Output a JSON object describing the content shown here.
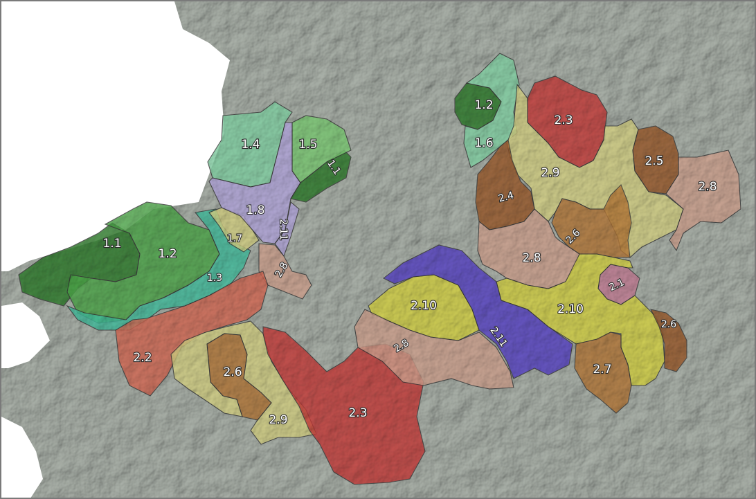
{
  "map": {
    "type": "zoning map over terrain",
    "colors": {
      "terrain": "#8e9690",
      "sea": "#ffffff",
      "dark_green": "#2f7d2c",
      "green": "#4ea84a",
      "light_green": "#7fcf77",
      "mint": "#86d6a8",
      "teal": "#43bf9f",
      "lavender": "#b6a9e0",
      "red_orange": "#d76a55",
      "red": "#c93d3b",
      "khaki": "#d8d486",
      "brown": "#b77a3a",
      "dark_brown": "#9c5b2c",
      "tan": "#d2a491",
      "yellow": "#d8d545",
      "blue": "#5a45c9",
      "pink": "#c78098"
    },
    "regions": [
      {
        "id": "1.1",
        "label": "1.1",
        "color_key": "dark_green"
      },
      {
        "id": "1.1b",
        "label": "1.1",
        "color_key": "dark_green"
      },
      {
        "id": "1.2",
        "label": "1.2",
        "color_key": "green"
      },
      {
        "id": "1.2b",
        "label": "1.2",
        "color_key": "dark_green"
      },
      {
        "id": "1.3",
        "label": "1.3",
        "color_key": "teal"
      },
      {
        "id": "1.4",
        "label": "1.4",
        "color_key": "mint"
      },
      {
        "id": "1.5",
        "label": "1.5",
        "color_key": "light_green"
      },
      {
        "id": "1.6",
        "label": "1.6",
        "color_key": "mint"
      },
      {
        "id": "1.7",
        "label": "1.7",
        "color_key": "khaki"
      },
      {
        "id": "1.8",
        "label": "1.8",
        "color_key": "lavender"
      },
      {
        "id": "2.11a",
        "label": "2.11",
        "color_key": "lavender"
      },
      {
        "id": "2.8a",
        "label": "2.8",
        "color_key": "tan"
      },
      {
        "id": "2.2",
        "label": "2.2",
        "color_key": "red_orange"
      },
      {
        "id": "2.6a",
        "label": "2.6",
        "color_key": "brown"
      },
      {
        "id": "2.9a",
        "label": "2.9",
        "color_key": "khaki"
      },
      {
        "id": "2.3a",
        "label": "2.3",
        "color_key": "red"
      },
      {
        "id": "2.10a",
        "label": "2.10",
        "color_key": "yellow"
      },
      {
        "id": "2.8b",
        "label": "2.8",
        "color_key": "tan"
      },
      {
        "id": "2.11b",
        "label": "2.11",
        "color_key": "blue"
      },
      {
        "id": "2.3b",
        "label": "2.3",
        "color_key": "red"
      },
      {
        "id": "2.9b",
        "label": "2.9",
        "color_key": "khaki"
      },
      {
        "id": "2.4",
        "label": "2.4",
        "color_key": "dark_brown"
      },
      {
        "id": "2.5",
        "label": "2.5",
        "color_key": "dark_brown"
      },
      {
        "id": "2.8c",
        "label": "2.8",
        "color_key": "tan"
      },
      {
        "id": "2.6b",
        "label": "2.6",
        "color_key": "brown"
      },
      {
        "id": "2.8d",
        "label": "2.8",
        "color_key": "tan"
      },
      {
        "id": "2.1",
        "label": "2.1",
        "color_key": "pink"
      },
      {
        "id": "2.10b",
        "label": "2.10",
        "color_key": "yellow"
      },
      {
        "id": "2.6c",
        "label": "2.6",
        "color_key": "dark_brown"
      },
      {
        "id": "2.7",
        "label": "2.7",
        "color_key": "brown"
      }
    ]
  }
}
